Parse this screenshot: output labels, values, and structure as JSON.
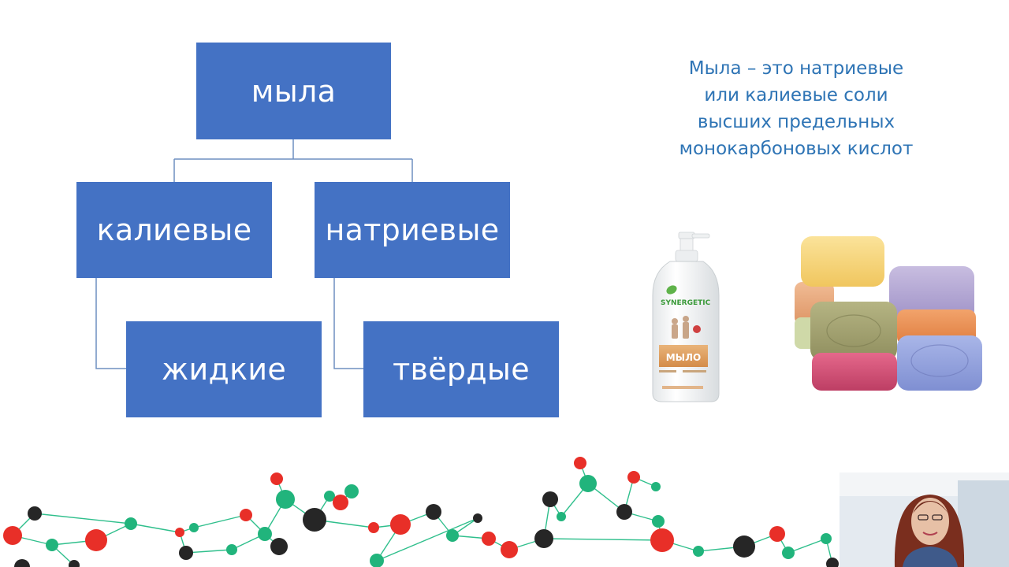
{
  "diagram": {
    "root": "мыла",
    "potassium": "калиевые",
    "sodium": "натриевые",
    "liquid": "жидкие",
    "solid": "твёрдые"
  },
  "definition": {
    "lines": [
      "Мыла – это натриевые",
      "или калиевые соли",
      "высших предельных",
      "монокарбоновых кислот"
    ]
  },
  "bottle": {
    "brand": "SYNERGETIC",
    "product": "МЫЛО"
  },
  "colors": {
    "box": "#4472c4",
    "definition_text": "#2e74b5",
    "connector": "#6e8fc0",
    "atom_red": "#e82f28",
    "atom_green": "#21b47c",
    "atom_dark": "#262626"
  },
  "icons": {
    "molecule_decoration": "molecule-network-icon",
    "webcam": "presenter-webcam"
  }
}
